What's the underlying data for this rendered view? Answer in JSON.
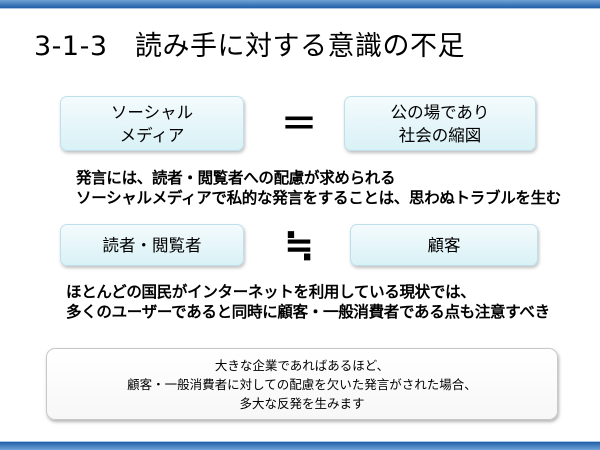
{
  "slide": {
    "title": "3-1-3　読み手に対する意識の不足",
    "box_social": [
      "ソーシャル",
      "メディア"
    ],
    "equal_symbol": "＝",
    "box_public": [
      "公の場であり",
      "社会の縮図"
    ],
    "note_1": [
      "発言には、読者・閲覧者への配慮が求められる",
      "ソーシャルメディアで私的な発言をすることは、思わぬトラブルを生む"
    ],
    "box_readers": "読者・閲覧者",
    "approx_symbol": "≒",
    "box_customer": "顧客",
    "note_2": [
      "ほとんどの国民がインターネットを利用している現状では、",
      "多くのユーザーであると同時に顧客・一般消費者である点も注意すべき"
    ],
    "bottom_box": [
      "大きな企業であればあるほど、",
      "顧客・一般消費者に対しての配慮を欠いた発言がされた場合、",
      "多大な反発を生みます"
    ]
  }
}
